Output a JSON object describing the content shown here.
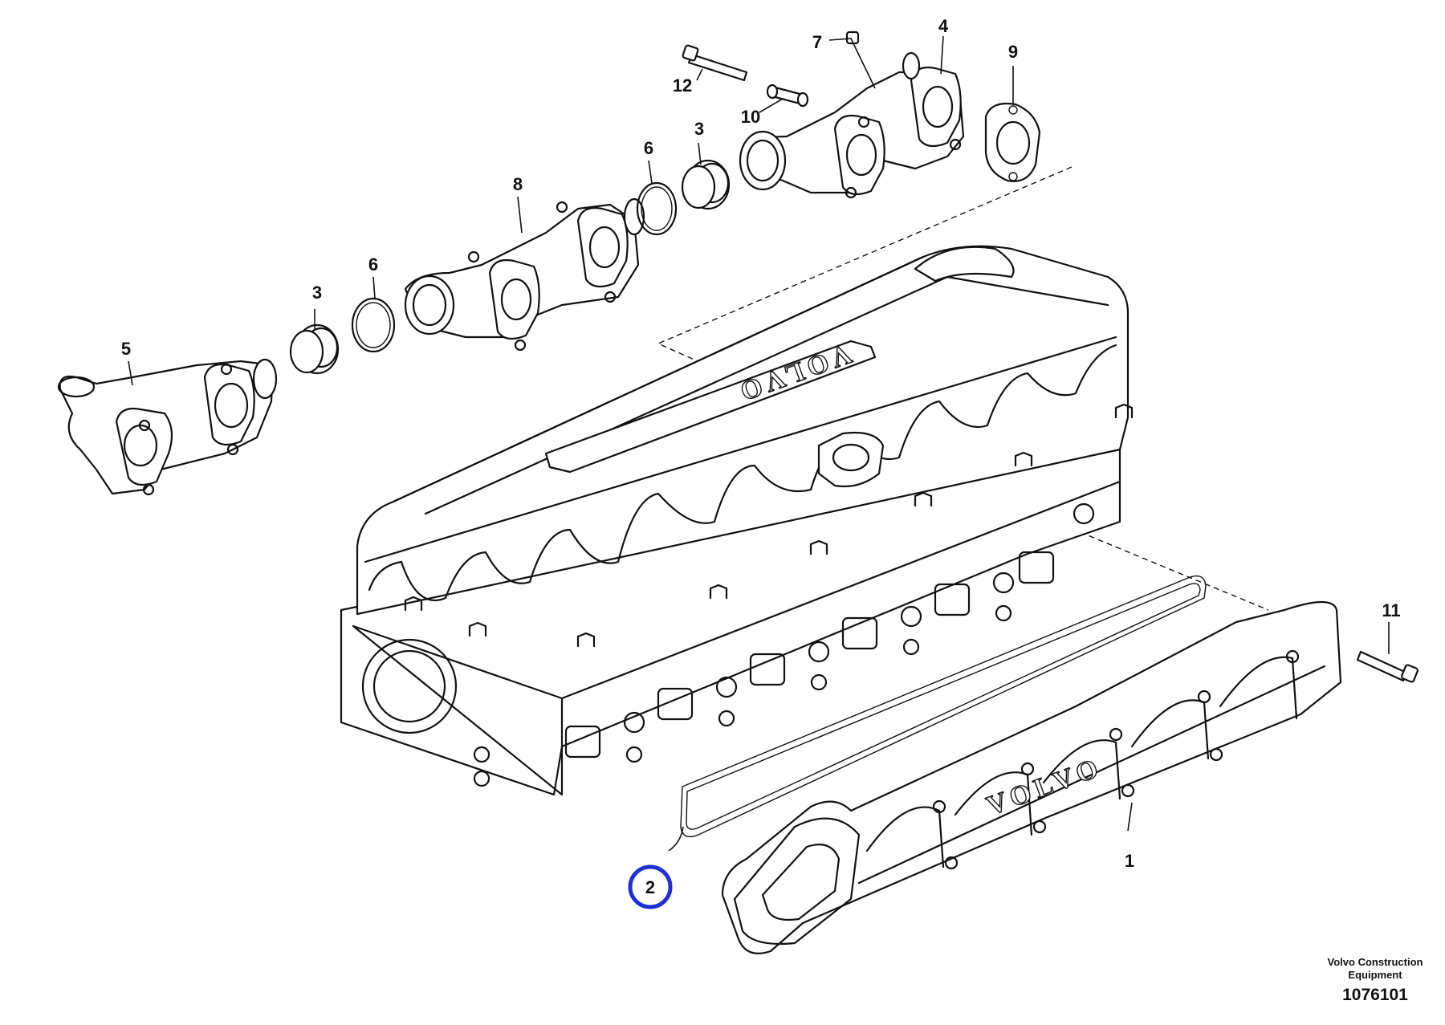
{
  "callouts": {
    "c1": "1",
    "c2": "2",
    "c3a": "3",
    "c3b": "3",
    "c4": "4",
    "c5": "5",
    "c6a": "6",
    "c6b": "6",
    "c7": "7",
    "c8": "8",
    "c9": "9",
    "c10": "10",
    "c11": "11",
    "c12": "12"
  },
  "highlight": {
    "part": "2",
    "color": "#1f2fd6"
  },
  "logos": {
    "cover": "VOLVO",
    "manifold": "VOLVO"
  },
  "footer": {
    "brand_line1": "Volvo Construction",
    "brand_line2": "Equipment",
    "drawing_number": "1076101"
  }
}
